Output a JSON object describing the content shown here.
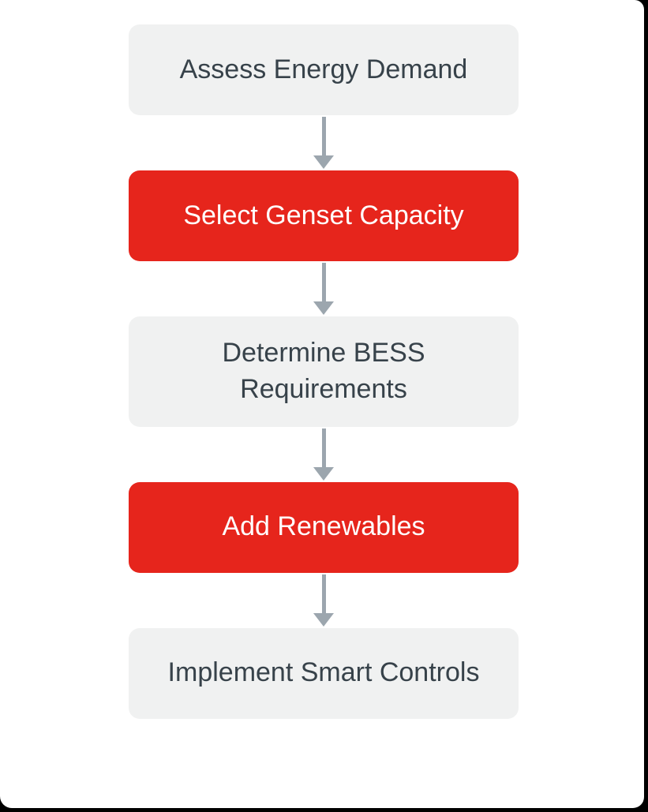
{
  "flowchart": {
    "steps": [
      {
        "label": "Assess Energy Demand",
        "style": "default"
      },
      {
        "label": "Select Genset Capacity",
        "style": "highlight"
      },
      {
        "label": "Determine BESS\nRequirements",
        "style": "default"
      },
      {
        "label": "Add Renewables",
        "style": "highlight"
      },
      {
        "label": "Implement Smart Controls",
        "style": "default"
      }
    ],
    "colors": {
      "highlight": "#E6251C",
      "default_bg": "#F0F1F1",
      "text_dark": "#37424A",
      "text_light": "#FFFFFF",
      "arrow": "#9CA6AE",
      "canvas": "#FFFFFF",
      "frame": "#000000"
    }
  }
}
